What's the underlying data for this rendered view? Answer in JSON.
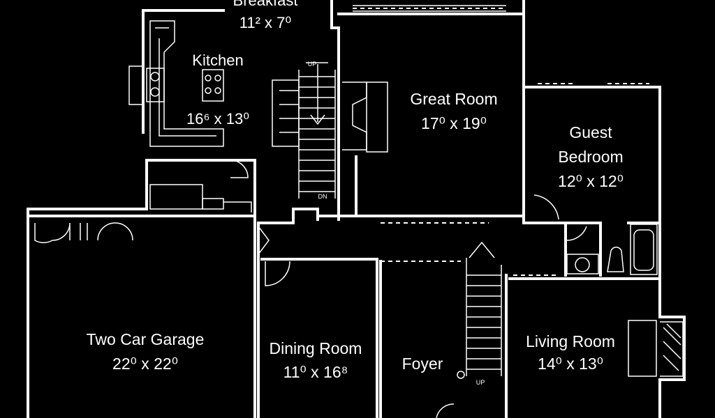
{
  "rooms": {
    "breakfast": {
      "name": "Breakfast",
      "size": "11² x 7⁰"
    },
    "kitchen": {
      "name": "Kitchen",
      "size": "16⁶ x 13⁰"
    },
    "great_room": {
      "name": "Great Room",
      "size": "17⁰ x 19⁰"
    },
    "guest_bedroom": {
      "name_line1": "Guest",
      "name_line2": "Bedroom",
      "size": "12⁰ x 12⁰"
    },
    "garage": {
      "name": "Two Car Garage",
      "size": "22⁰ x 22⁰"
    },
    "dining_room": {
      "name": "Dining Room",
      "size": "11⁰ x 16⁸"
    },
    "foyer": {
      "name": "Foyer"
    },
    "living_room": {
      "name": "Living Room",
      "size": "14⁰ x 13⁰"
    }
  },
  "stairs": {
    "up_label": "UP",
    "down_label": "DN"
  },
  "colors": {
    "background": "#000000",
    "lines": "#ffffff"
  }
}
